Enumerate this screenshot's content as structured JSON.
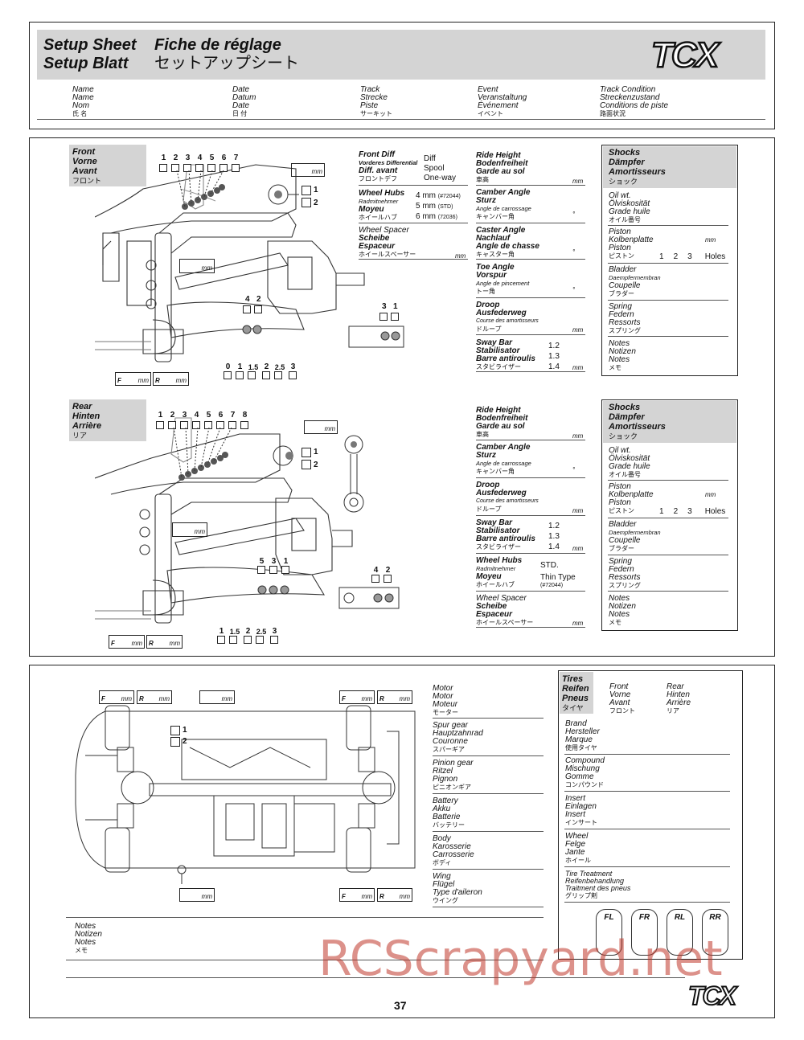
{
  "header": {
    "title_en": "Setup Sheet",
    "title_fr": "Fiche de réglage",
    "title_de": "Setup Blatt",
    "title_jp": "セットアップシート",
    "logo": "TCX",
    "fields": [
      {
        "lines": [
          "Name",
          "Name",
          "Nom",
          "氏 名"
        ]
      },
      {
        "lines": [
          "Date",
          "Datum",
          "Date",
          "日 付"
        ]
      },
      {
        "lines": [
          "Track",
          "Strecke",
          "Piste",
          "サーキット"
        ]
      },
      {
        "lines": [
          "Event",
          "Veranstaltung",
          "Événement",
          "イベント"
        ]
      },
      {
        "lines": [
          "Track Condition",
          "Streckenzustand",
          "Conditions de piste",
          "路面状況"
        ]
      }
    ]
  },
  "front": {
    "label": [
      "Front",
      "Vorne",
      "Avant",
      "フロント"
    ],
    "holes_top": [
      "1",
      "2",
      "3",
      "4",
      "5",
      "6",
      "7"
    ],
    "opt_12": [
      "1",
      "2"
    ],
    "holes_42": [
      "4",
      "2"
    ],
    "holes_31": [
      "3",
      "1"
    ],
    "shims": [
      "0",
      "1",
      "1.5",
      "2",
      "2.5",
      "3"
    ],
    "mm": "mm",
    "f": "F",
    "r": "R",
    "diff": {
      "label": [
        "Front Diff",
        "Vorderes Differential",
        "Diff. avant",
        "フロントデフ"
      ],
      "options": [
        "Diff",
        "Spool",
        "One-way"
      ]
    },
    "hubs": {
      "label": [
        "Wheel Hubs",
        "Radmitnehmer",
        "Moyeu",
        "ホイールハブ"
      ],
      "options": [
        "4 mm",
        "(#72044)",
        "5 mm",
        "(STD)",
        "6 mm",
        "(72036)"
      ]
    },
    "spacer": {
      "label": [
        "Wheel Spacer",
        "Scheibe",
        "Espaceur",
        "ホイールスペーサー"
      ],
      "unit": "mm"
    },
    "ride": {
      "label": [
        "Ride Height",
        "Bodenfreiheit",
        "Garde au sol",
        "車高"
      ],
      "unit": "mm"
    },
    "camber": {
      "label": [
        "Camber Angle",
        "Sturz",
        "Angle de carrossage",
        "キャンバー角"
      ],
      "unit": "°"
    },
    "caster": {
      "label": [
        "Caster Angle",
        "Nachlauf",
        "Angle de chasse",
        "キャスター角"
      ],
      "unit": "°"
    },
    "toe": {
      "label": [
        "Toe Angle",
        "Vorspur",
        "Angle de pincement",
        "トー角"
      ],
      "unit": "°"
    },
    "droop": {
      "label": [
        "Droop",
        "Ausfederweg",
        "Course des amortisseurs",
        "ドループ"
      ],
      "unit": "mm"
    },
    "sway": {
      "label": [
        "Sway Bar",
        "Stabilisator",
        "Barre antiroulis",
        "スタビライザー"
      ],
      "values": [
        "1.2",
        "1.3",
        "1.4"
      ],
      "unit": "mm"
    },
    "shocks": {
      "label": [
        "Shocks",
        "Dämpfer",
        "Amortisseurs",
        "ショック"
      ],
      "oil": [
        "Oil wt.",
        "Ölviskosität",
        "Grade huile",
        "オイル番号"
      ],
      "piston": [
        "Piston",
        "Kolbenplatte",
        "Piston",
        "ピストン"
      ],
      "piston_unit": "mm",
      "piston_opts": [
        "1",
        "2",
        "3",
        "Holes"
      ],
      "bladder": [
        "Bladder",
        "Daempfermembran",
        "Coupelle",
        "ブラダー"
      ],
      "spring": [
        "Spring",
        "Federn",
        "Ressorts",
        "スプリング"
      ],
      "notes": [
        "Notes",
        "Notizen",
        "Notes",
        "メモ"
      ]
    }
  },
  "rear": {
    "label": [
      "Rear",
      "Hinten",
      "Arrière",
      "リア"
    ],
    "holes_top": [
      "1",
      "2",
      "3",
      "4",
      "5",
      "6",
      "7",
      "8"
    ],
    "opt_12": [
      "1",
      "2"
    ],
    "holes_531": [
      "5",
      "3",
      "1"
    ],
    "holes_42": [
      "4",
      "2"
    ],
    "shims": [
      "1",
      "1.5",
      "2",
      "2.5",
      "3"
    ],
    "ride": {
      "label": [
        "Ride Height",
        "Bodenfreiheit",
        "Garde au sol",
        "車高"
      ],
      "unit": "mm"
    },
    "camber": {
      "label": [
        "Camber Angle",
        "Sturz",
        "Angle de carrossage",
        "キャンバー角"
      ],
      "unit": "°"
    },
    "droop": {
      "label": [
        "Droop",
        "Ausfederweg",
        "Course des amortisseurs",
        "ドループ"
      ],
      "unit": "mm"
    },
    "sway": {
      "label": [
        "Sway Bar",
        "Stabilisator",
        "Barre antiroulis",
        "スタビライザー"
      ],
      "values": [
        "1.2",
        "1.3",
        "1.4"
      ],
      "unit": "mm"
    },
    "hubs": {
      "label": [
        "Wheel Hubs",
        "Radmitnehmer",
        "Moyeu",
        "ホイールハブ"
      ],
      "options": [
        "STD.",
        "Thin Type",
        "(#72044)"
      ]
    },
    "spacer": {
      "label": [
        "Wheel Spacer",
        "Scheibe",
        "Espaceur",
        "ホイールスペーサー"
      ],
      "unit": "mm"
    }
  },
  "bottom": {
    "motor": [
      "Motor",
      "Motor",
      "Moteur",
      "モーター"
    ],
    "spur": [
      "Spur gear",
      "Hauptzahnrad",
      "Couronne",
      "スパーギア"
    ],
    "pinion": [
      "Pinion gear",
      "Ritzel",
      "Pignon",
      "ピニオンギア"
    ],
    "battery": [
      "Battery",
      "Akku",
      "Batterie",
      "バッテリー"
    ],
    "body": [
      "Body",
      "Karosserie",
      "Carrosserie",
      "ボディ"
    ],
    "wing": [
      "Wing",
      "Flügel",
      "Type d'aileron",
      "ウイング"
    ],
    "notes": [
      "Notes",
      "Notizen",
      "Notes",
      "メモ"
    ],
    "opt_12": [
      "1",
      "2"
    ],
    "tires": {
      "label": [
        "Tires",
        "Reifen",
        "Pneus",
        "タイヤ"
      ],
      "front": [
        "Front",
        "Vorne",
        "Avant",
        "フロント"
      ],
      "rear": [
        "Rear",
        "Hinten",
        "Arrière",
        "リア"
      ],
      "brand": [
        "Brand",
        "Hersteller",
        "Marque",
        "使用タイヤ"
      ],
      "compound": [
        "Compound",
        "Mischung",
        "Gomme",
        "コンパウンド"
      ],
      "insert": [
        "Insert",
        "Einlagen",
        "Insert",
        "インサート"
      ],
      "wheel": [
        "Wheel",
        "Felge",
        "Jante",
        "ホイール"
      ],
      "treatment": [
        "Tire Treatment",
        "Reifenbehandlung",
        "Traitment des pneus",
        "グリップ剤"
      ],
      "positions": [
        "FL",
        "FR",
        "RL",
        "RR"
      ]
    }
  },
  "footer": {
    "page": "37",
    "logo": "TCX",
    "watermark": "RCScrapyard.net"
  },
  "colors": {
    "band": "#d4d4d4",
    "line": "#222222",
    "watermark": "#c0392b"
  }
}
